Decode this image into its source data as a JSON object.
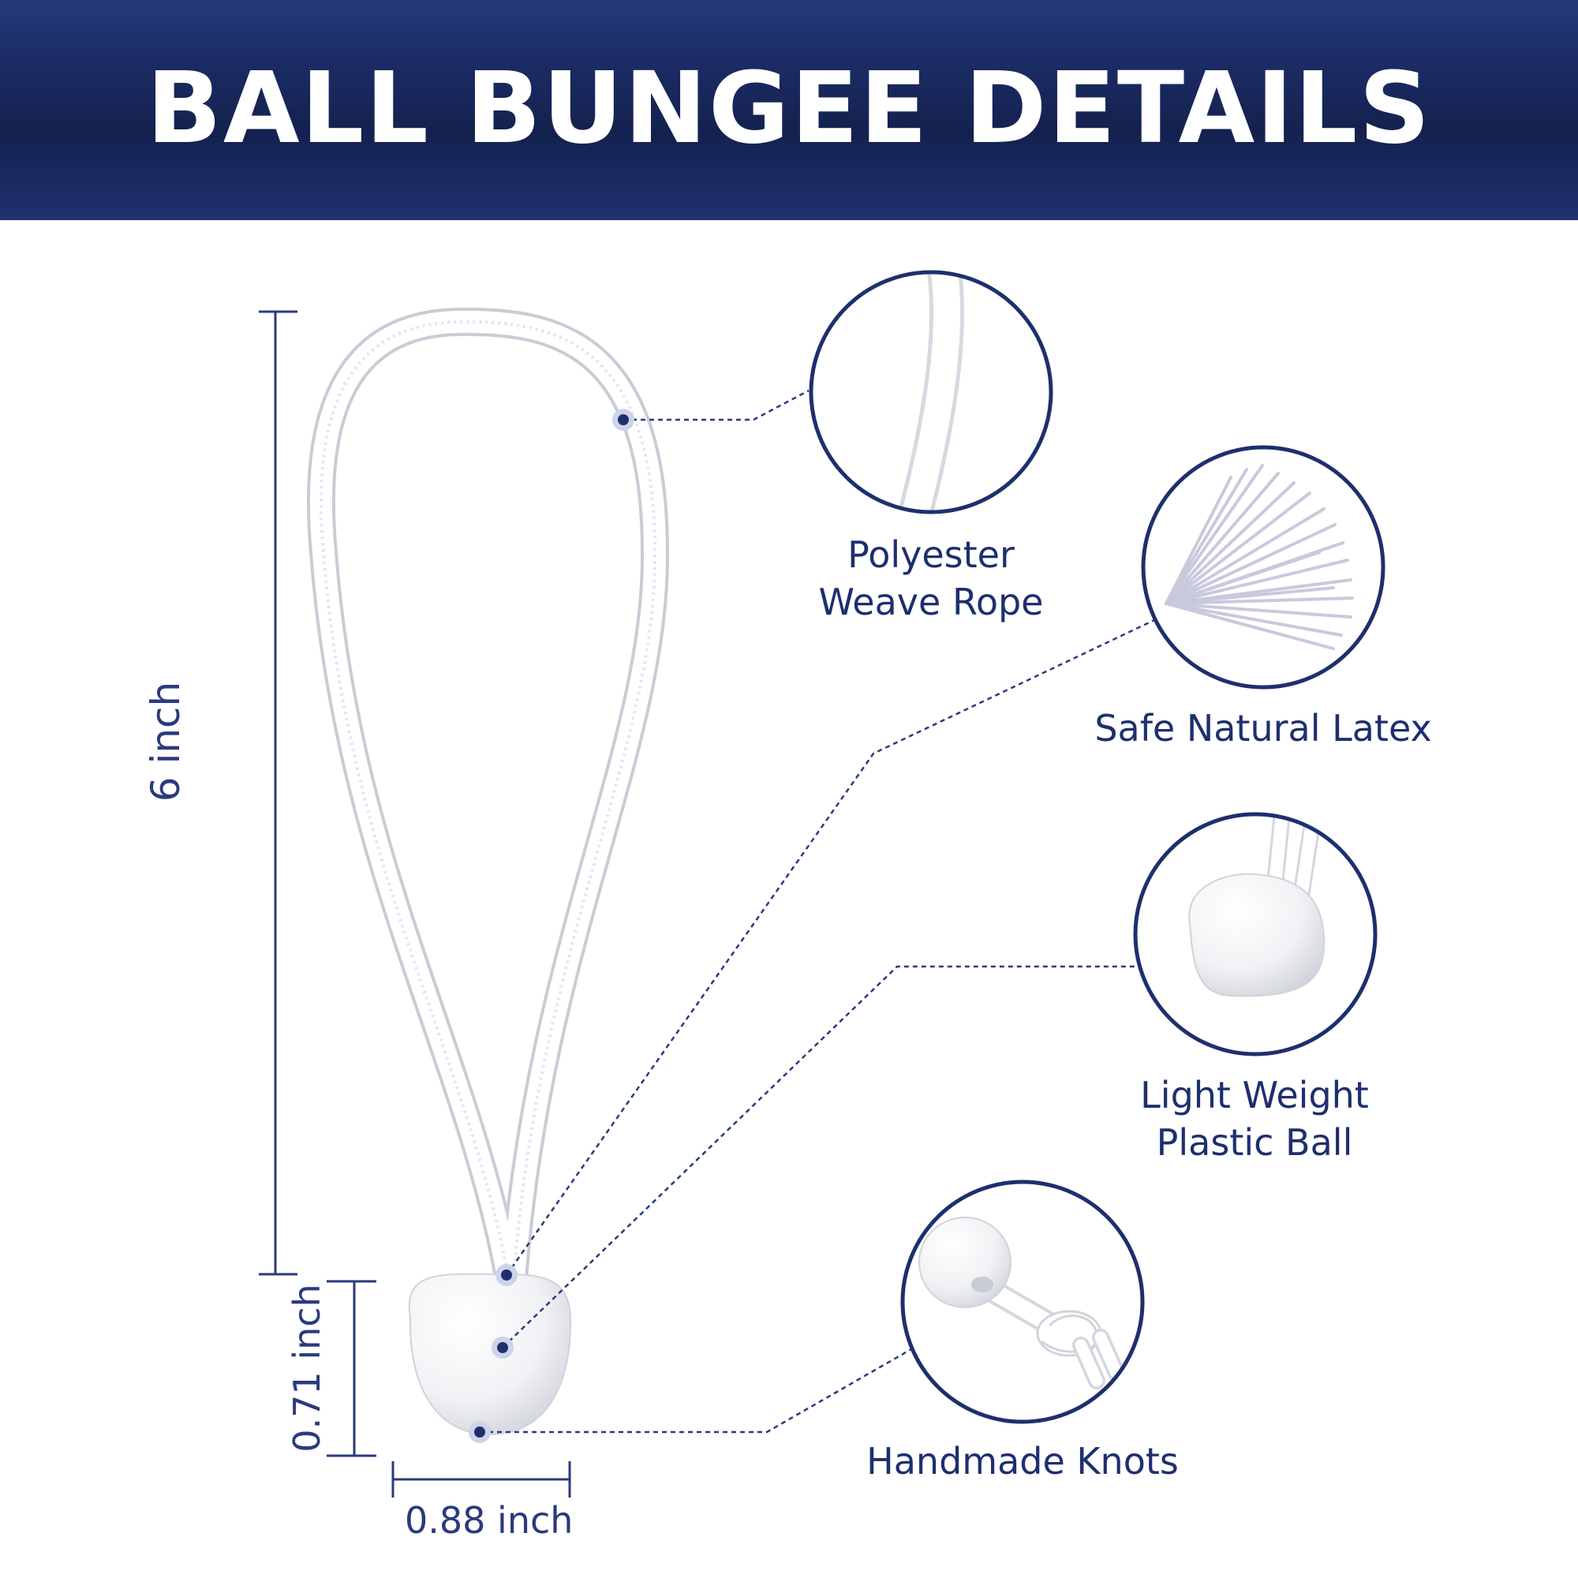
{
  "header": {
    "title": "BALL BUNGEE DETAILS"
  },
  "dimensions": {
    "height": "6 inch",
    "ball_height": "0.71 inch",
    "ball_width": "0.88 inch"
  },
  "features": [
    {
      "line1": "Polyester",
      "line2": "Weave Rope",
      "icon": "rope-closeup"
    },
    {
      "line1": "Safe Natural Latex",
      "icon": "latex-strands"
    },
    {
      "line1": "Light Weight",
      "line2": "Plastic Ball",
      "icon": "plastic-ball"
    },
    {
      "line1": "Handmade Knots",
      "icon": "knot"
    }
  ],
  "colors": {
    "brand": "#1e2f6e",
    "header": "#1b2b63",
    "background": "#ffffff"
  }
}
